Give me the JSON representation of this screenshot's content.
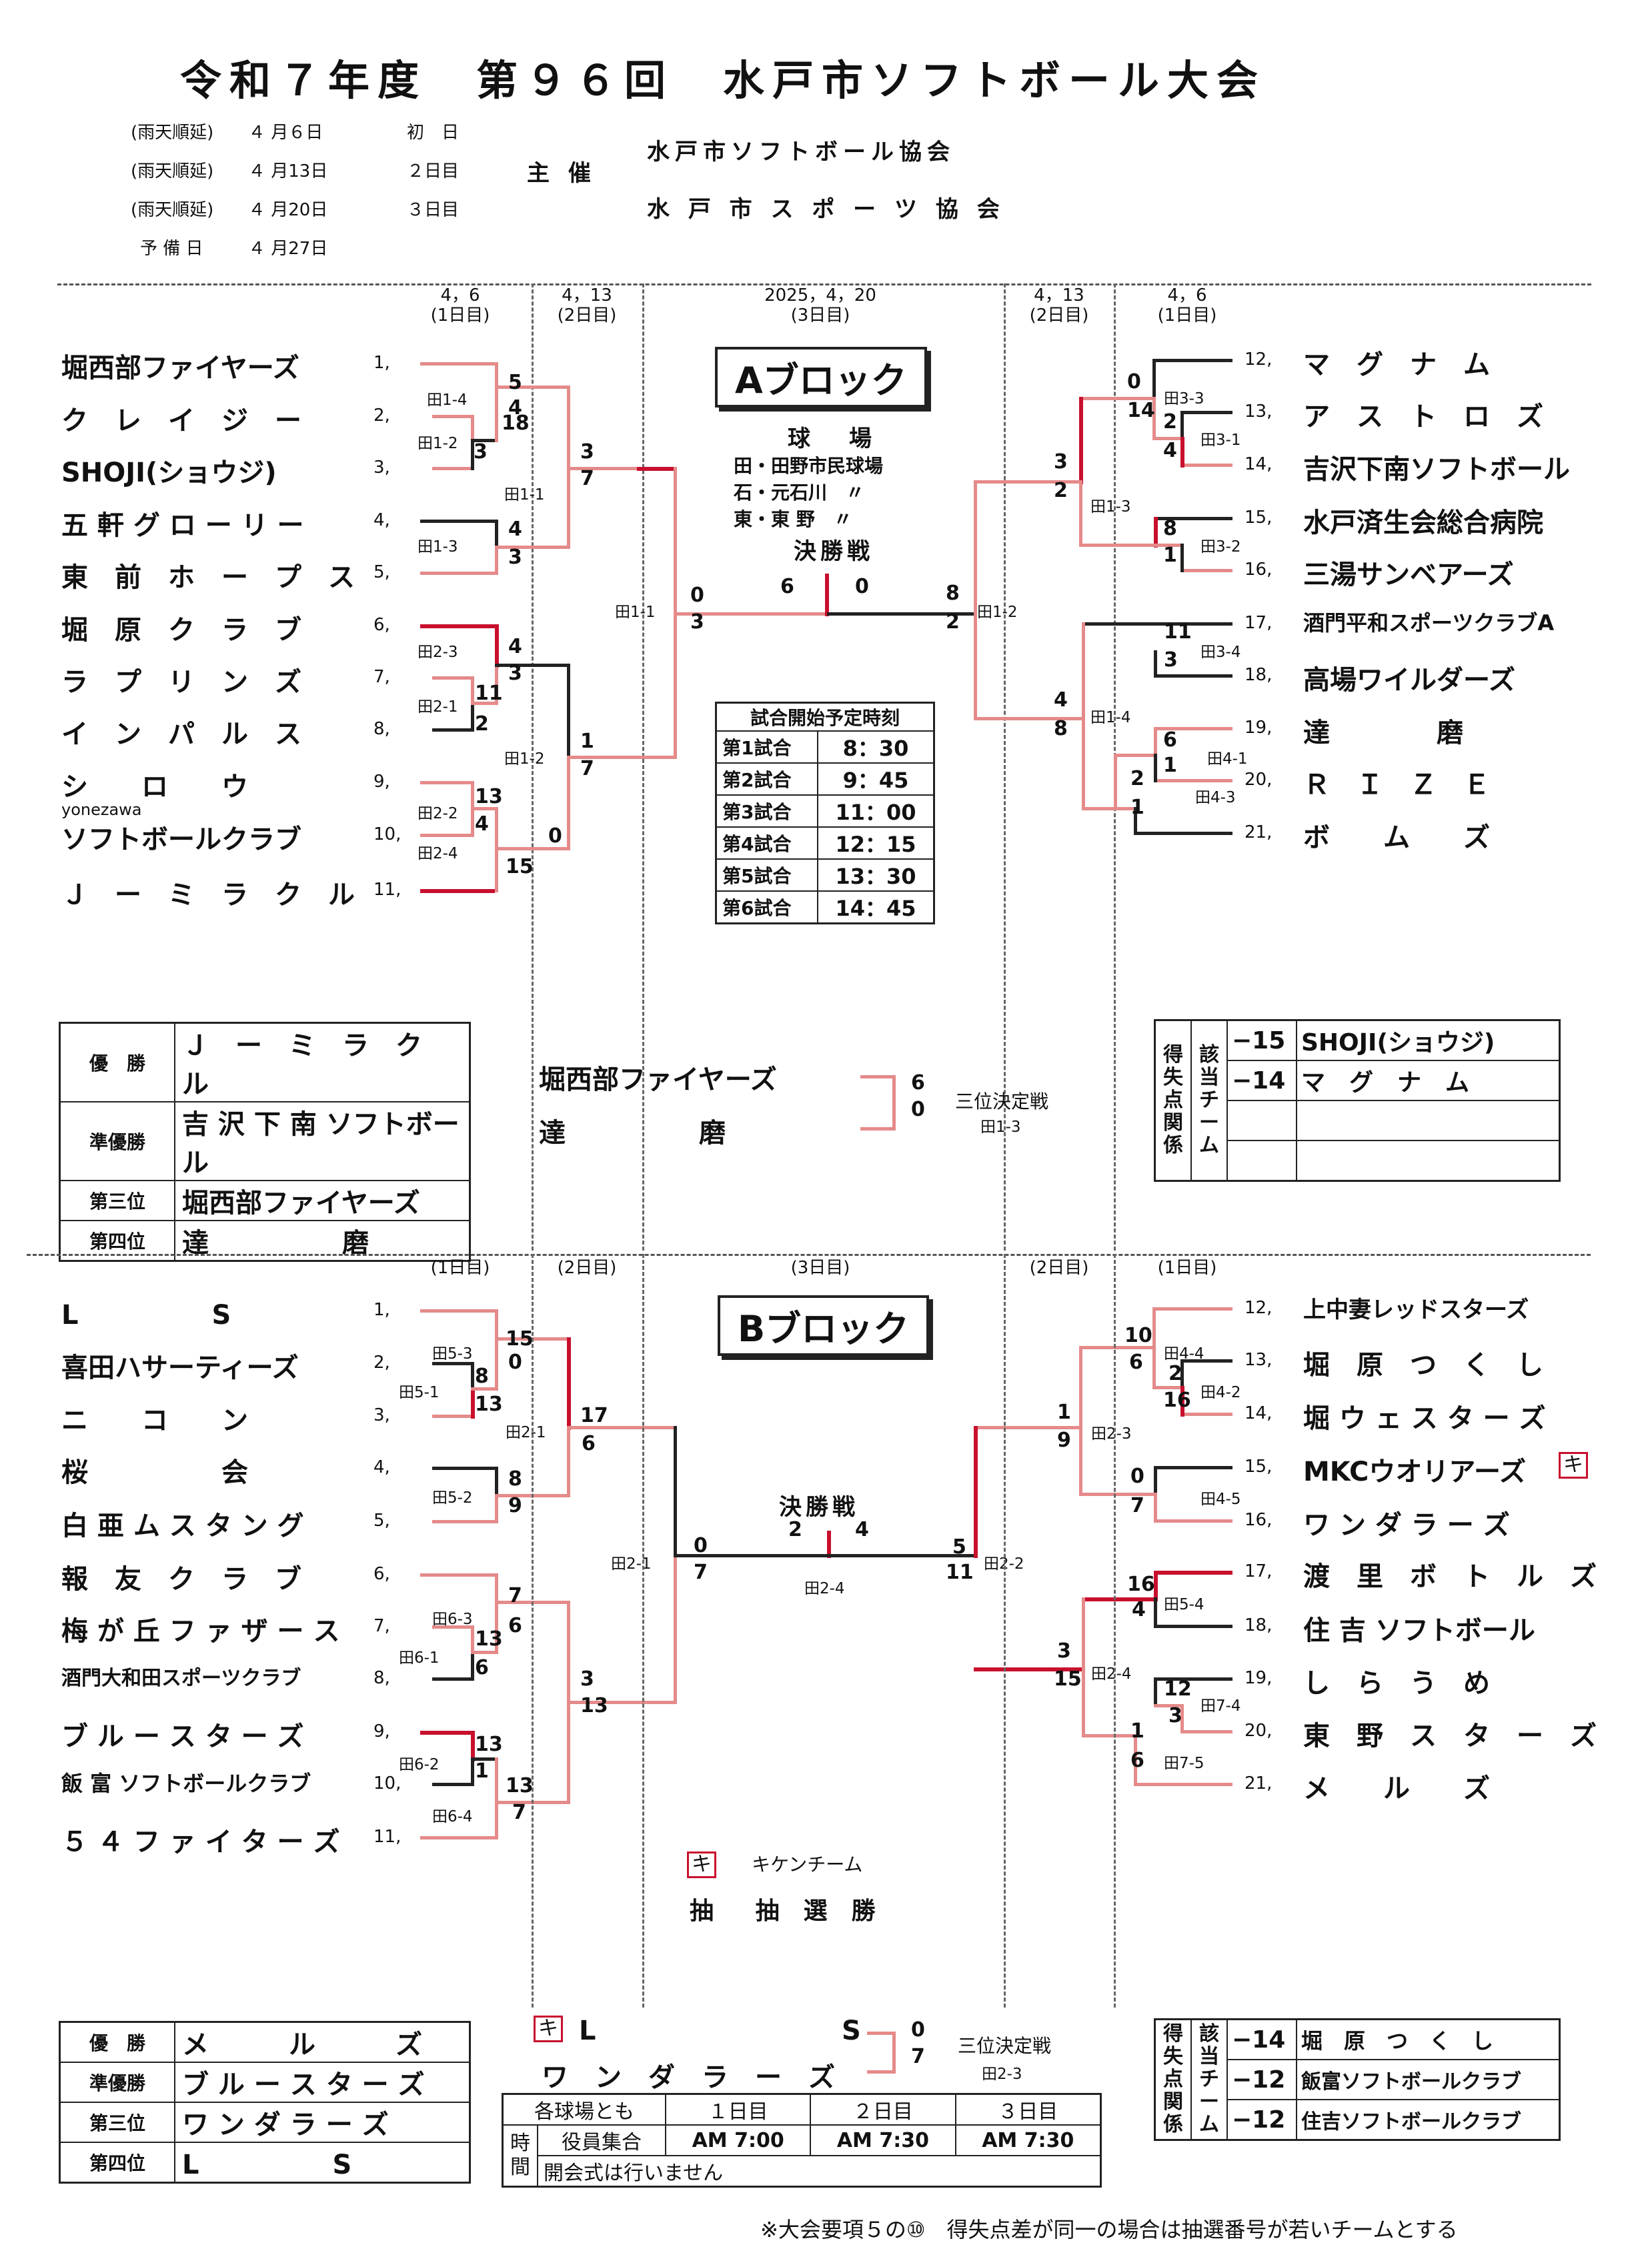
{
  "title": "令和７年度　第９６回　水戸市ソフトボール大会",
  "schedule": [
    {
      "note": "(雨天順延)",
      "date": "４ 月６日",
      "day": "初　日"
    },
    {
      "note": "(雨天順延)",
      "date": "４ 月13日",
      "day": "２日目"
    },
    {
      "note": "(雨天順延)",
      "date": "４ 月20日",
      "day": "３日目"
    },
    {
      "note": "予 備 日",
      "date": "４ 月27日",
      "day": ""
    }
  ],
  "host_label": "主 催",
  "hosts": [
    "水戸市ソフトボール協会",
    "水 戸 市 ス ポ ー ツ 協 会"
  ],
  "a_headers": {
    "l1": "4，6",
    "l1b": "(1日目)",
    "l2": "4，13",
    "l2b": "(2日目)",
    "c": "2025，4，20",
    "cb": "(3日目)",
    "r2": "4，13",
    "r2b": "(2日目)",
    "r1": "4，6",
    "r1b": "(1日目)"
  },
  "b_headers": {
    "l1b": "(1日目)",
    "l2b": "(2日目)",
    "cb": "(3日目)",
    "r2b": "(2日目)",
    "r1b": "(1日目)"
  },
  "block_a": {
    "label": "Aブロック",
    "venue_title": "球　場",
    "venues": [
      "田・田野市民球場",
      "石・元石川　〃",
      "東・東 野　〃"
    ],
    "final_label": "決勝戦",
    "final_scores": [
      "6",
      "0"
    ],
    "left_teams": [
      {
        "n": "1,",
        "name": "堀西部ファイヤーズ"
      },
      {
        "n": "2,",
        "name": "ク　レ　イ　ジ　ー"
      },
      {
        "n": "3,",
        "name": "SHOJI(ショウジ)"
      },
      {
        "n": "4,",
        "name": "五 軒 グ ロ ー リ ー"
      },
      {
        "n": "5,",
        "name": "東　前　ホ　ー　プ　ス"
      },
      {
        "n": "6,",
        "name": "堀　原　ク　ラ　ブ"
      },
      {
        "n": "7,",
        "name": "ラ　プ　リ　ン　ズ"
      },
      {
        "n": "8,",
        "name": "イ　ン　パ　ル　ス"
      },
      {
        "n": "9,",
        "name": "シ　　ロ　　ウ"
      },
      {
        "n": "10,",
        "name": "ソフトボールクラブ"
      },
      {
        "n": "11,",
        "name": "Ｊ　ー　ミ　ラ　ク　ル"
      }
    ],
    "yonezawa": "yonezawa",
    "right_teams": [
      {
        "n": "12,",
        "name": "マ　グ　ナ　ム"
      },
      {
        "n": "13,",
        "name": "ア　ス　ト　ロ　ズ"
      },
      {
        "n": "14,",
        "name": "吉沢下南ソフトボール"
      },
      {
        "n": "15,",
        "name": "水戸済生会総合病院"
      },
      {
        "n": "16,",
        "name": "三湯サンベアーズ"
      },
      {
        "n": "17,",
        "name": "酒門平和スポーツクラブA"
      },
      {
        "n": "18,",
        "name": "高場ワイルダーズ"
      },
      {
        "n": "19,",
        "name": "達　　　　磨"
      },
      {
        "n": "20,",
        "name": "Ｒ　Ｉ　Ｚ　Ｅ"
      },
      {
        "n": "21,",
        "name": "ボ　　ム　　ズ"
      }
    ],
    "fields_left": [
      "田1-4",
      "田1-2",
      "田1-1",
      "田1-3",
      "田2-3",
      "田2-1",
      "田1-2",
      "田2-2",
      "田2-4",
      "田1-1"
    ],
    "fields_right": [
      "田3-3",
      "田3-1",
      "田1-3",
      "田3-2",
      "田1-2",
      "田3-4",
      "田1-4",
      "田4-1",
      "田4-3"
    ],
    "scores_left": [
      "5",
      "4",
      "18",
      "3",
      "4",
      "3",
      "3",
      "7",
      "4",
      "3",
      "11",
      "2",
      "1",
      "7",
      "13",
      "4",
      "0",
      "15",
      "0",
      "3"
    ],
    "scores_right": [
      "0",
      "14",
      "2",
      "4",
      "3",
      "2",
      "8",
      "1",
      "11",
      "3",
      "4",
      "8",
      "6",
      "1",
      "2",
      "1",
      "8",
      "2"
    ],
    "timetable_title": "試合開始予定時刻",
    "timetable": [
      {
        "g": "第1試合",
        "t": "8：30"
      },
      {
        "g": "第2試合",
        "t": "9：45"
      },
      {
        "g": "第3試合",
        "t": "11：00"
      },
      {
        "g": "第4試合",
        "t": "12：15"
      },
      {
        "g": "第5試合",
        "t": "13：30"
      },
      {
        "g": "第6試合",
        "t": "14：45"
      }
    ],
    "results": [
      {
        "k": "優　勝",
        "v": "Ｊ　ー　ミ　ラ　ク　ル"
      },
      {
        "k": "準優勝",
        "v": "吉 沢 下 南 ソフトボール"
      },
      {
        "k": "第三位",
        "v": "堀西部ファイヤーズ"
      },
      {
        "k": "第四位",
        "v": "達　　　　　磨"
      }
    ],
    "third": {
      "team1": "堀西部ファイヤーズ",
      "team2": "達　　　　　磨",
      "s1": "6",
      "s2": "0",
      "label": "三位決定戦",
      "field": "田1-3"
    },
    "diff_label1": "得失点関係",
    "diff_label2": "該当チーム",
    "diff": [
      {
        "pt": "−15",
        "team": "SHOJI(ショウジ)"
      },
      {
        "pt": "−14",
        "team": "マ　グ　ナ　ム"
      },
      {
        "pt": "",
        "team": ""
      },
      {
        "pt": "",
        "team": ""
      }
    ]
  },
  "block_b": {
    "label": "Bブロック",
    "final_label": "決勝戦",
    "final_scores": [
      "2",
      "4"
    ],
    "final_field": "田2-4",
    "left_teams": [
      {
        "n": "1,",
        "name": "L　　　　　S"
      },
      {
        "n": "2,",
        "name": "喜田ハサーティーズ"
      },
      {
        "n": "3,",
        "name": "ニ　　コ　　ン"
      },
      {
        "n": "4,",
        "name": "桜　　　　　会"
      },
      {
        "n": "5,",
        "name": "白 亜 ム ス タ ン グ"
      },
      {
        "n": "6,",
        "name": "報　友　ク　ラ　ブ"
      },
      {
        "n": "7,",
        "name": "梅 が 丘 フ ァ ザ ー ス"
      },
      {
        "n": "8,",
        "name": "酒門大和田スポーツクラブ"
      },
      {
        "n": "9,",
        "name": "ブ ル ー ス タ ー ズ"
      },
      {
        "n": "10,",
        "name": "飯 富 ソフトボールクラブ"
      },
      {
        "n": "11,",
        "name": "５ ４ フ ァ イ タ ー ズ"
      }
    ],
    "right_teams": [
      {
        "n": "12,",
        "name": "上中妻レッドスターズ"
      },
      {
        "n": "13,",
        "name": "堀　原　つ　く　し"
      },
      {
        "n": "14,",
        "name": "堀 ウ ェ ス タ ー ズ"
      },
      {
        "n": "15,",
        "name": "MKCウオリアーズ"
      },
      {
        "n": "16,",
        "name": "ワ ン ダ ラ ー ズ"
      },
      {
        "n": "17,",
        "name": "渡　里　ボ　ト　ル　ズ"
      },
      {
        "n": "18,",
        "name": "住 吉 ソフトボール"
      },
      {
        "n": "19,",
        "name": "し　ら　う　め"
      },
      {
        "n": "20,",
        "name": "東　野　ス　タ　ー　ズ"
      },
      {
        "n": "21,",
        "name": "メ　　ル　　ズ"
      }
    ],
    "fields_left": [
      "田5-3",
      "田5-1",
      "田2-1",
      "田5-2",
      "田2-1",
      "田6-3",
      "田6-1",
      "田6-2",
      "田6-4"
    ],
    "fields_right": [
      "田4-4",
      "田4-2",
      "田2-3",
      "田4-5",
      "田2-2",
      "田5-4",
      "田2-4",
      "田7-4",
      "田7-5"
    ],
    "scores_left": [
      "15",
      "0",
      "8",
      "13",
      "17",
      "6",
      "8",
      "9",
      "0",
      "7",
      "7",
      "6",
      "13",
      "6",
      "3",
      "13",
      "13",
      "1",
      "13",
      "7"
    ],
    "scores_right": [
      "10",
      "6",
      "2",
      "16",
      "1",
      "9",
      "0",
      "7",
      "5",
      "11",
      "16",
      "4",
      "3",
      "15",
      "12",
      "3",
      "1",
      "6"
    ],
    "kiken_mark": "キ",
    "kiken_label": "キケンチーム",
    "lot_mark": "抽",
    "lot_label": "抽　選　勝",
    "results": [
      {
        "k": "優　勝",
        "v": "メ　　　ル　　　ズ"
      },
      {
        "k": "準優勝",
        "v": "ブ ル ー ス タ ー ズ"
      },
      {
        "k": "第三位",
        "v": "ワ ン ダ ラ ー ズ"
      },
      {
        "k": "第四位",
        "v": "L　　　　　S"
      }
    ],
    "third": {
      "team1": "L",
      "team1b": "S",
      "team2": "ワ　ン　ダ　ラ　ー　ズ",
      "s1": "0",
      "s2": "7",
      "label": "三位決定戦",
      "field": "田2-3"
    },
    "diff_label1": "得失点関係",
    "diff_label2": "該当チーム",
    "diff": [
      {
        "pt": "−14",
        "team": "堀　原　つ　く　し"
      },
      {
        "pt": "−12",
        "team": "飯富ソフトボールクラブ"
      },
      {
        "pt": "−12",
        "team": "住吉ソフトボールクラブ"
      }
    ],
    "meet": {
      "h1": "各球場とも",
      "h2": "１日目",
      "h3": "２日目",
      "h4": "３日目",
      "r1": "時",
      "r2": "間",
      "a": "役員集合",
      "t1": "AM 7:00",
      "t2": "AM 7:30",
      "t3": "AM 7:30",
      "b": "開会式は行いません"
    }
  },
  "footnote": "※大会要項５の⑩　得失点差が同一の場合は抽選番号が若いチームとする"
}
